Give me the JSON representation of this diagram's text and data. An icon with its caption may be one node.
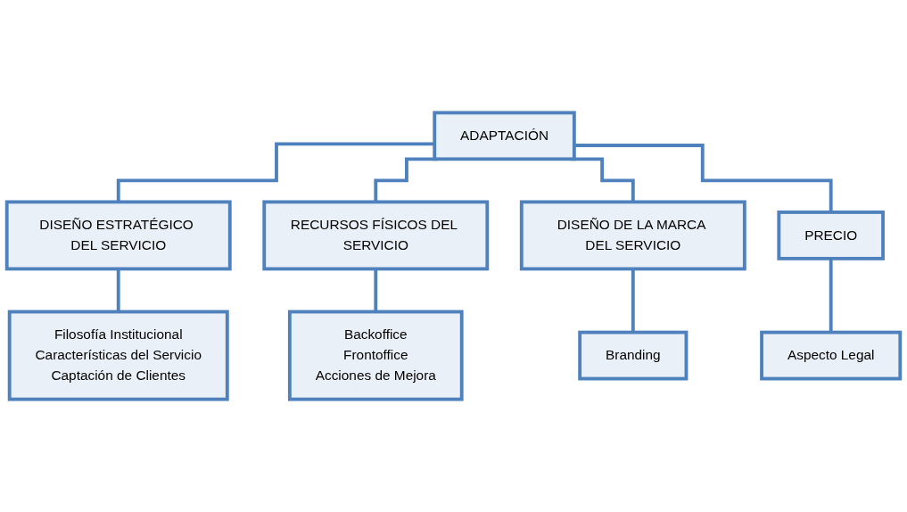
{
  "diagram": {
    "nodes": [
      {
        "text": [
          "ADAPTACIÓN"
        ]
      },
      {
        "text": [
          "DISEÑO ESTRATÉGICO DEL SERVICIO"
        ]
      },
      {
        "text": [
          "RECURSOS FÍSICOS DEL SERVICIO"
        ]
      },
      {
        "text": [
          "DISEÑO DE LA MARCA DEL SERVICIO"
        ]
      },
      {
        "text": [
          "PRECIO"
        ]
      },
      {
        "text": [
          "Filosofía Institucional",
          "Características del Servicio",
          "Captación de Clientes"
        ]
      },
      {
        "text": [
          "Backoffice",
          "Frontoffice",
          "Acciones de Mejora"
        ]
      },
      {
        "text": [
          "Branding"
        ]
      },
      {
        "text": [
          "Aspecto Legal"
        ]
      }
    ],
    "edges": [
      {
        "from": 0,
        "to": 1,
        "arrow": "none"
      },
      {
        "from": 0,
        "to": 2,
        "arrow": "none"
      },
      {
        "from": 0,
        "to": 3,
        "arrow": "none"
      },
      {
        "from": 0,
        "to": 4,
        "arrow": "none"
      },
      {
        "from": 1,
        "to": 5,
        "arrow": "none"
      },
      {
        "from": 2,
        "to": 6,
        "arrow": "none"
      },
      {
        "from": 3,
        "to": 7,
        "arrow": "none"
      },
      {
        "from": 4,
        "to": 8,
        "arrow": "none"
      }
    ]
  }
}
